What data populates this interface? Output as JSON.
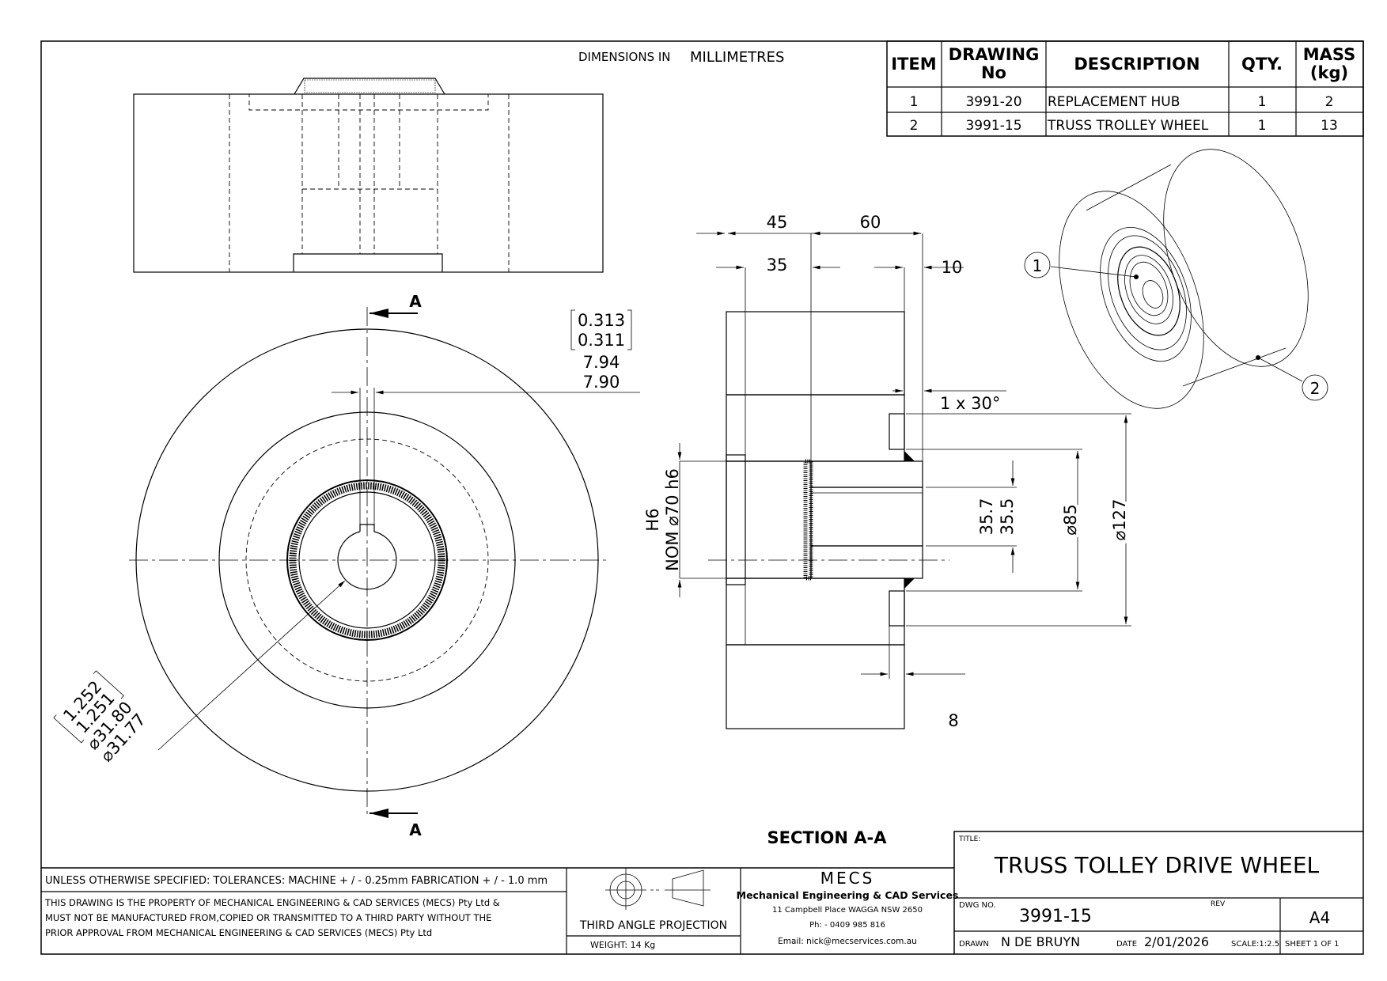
{
  "header": {
    "dimensions_label": "DIMENSIONS IN",
    "dimensions_unit": "MILLIMETRES"
  },
  "bom": {
    "headers": [
      "ITEM",
      "DRAWING",
      "No",
      "DESCRIPTION",
      "QTY.",
      "MASS",
      "(kg)"
    ],
    "rows": [
      {
        "item": "1",
        "drawing_no": "3991-20",
        "description": "REPLACEMENT HUB",
        "qty": "1",
        "mass": "2"
      },
      {
        "item": "2",
        "drawing_no": "3991-15",
        "description": "TRUSS TROLLEY WHEEL",
        "qty": "1",
        "mass": "13"
      }
    ]
  },
  "front_view": {
    "section_label": "A",
    "keyway_tol_upper": "0.313",
    "keyway_tol_lower": "0.311",
    "keyway_upper": "7.94",
    "keyway_lower": "7.90",
    "bore_tol_upper": "1.252",
    "bore_tol_lower": "1.251",
    "bore_upper": "⌀31.80",
    "bore_lower": "⌀31.77"
  },
  "section_view": {
    "title": "SECTION A-A",
    "dim_45": "45",
    "dim_60": "60",
    "dim_35": "35",
    "dim_10": "10",
    "chamfer": "1 x 30°",
    "dim_8": "8",
    "fit_h6": "H6",
    "nom_70": "NOM ⌀70 h6",
    "hub_upper": "35.7",
    "hub_lower": "35.5",
    "dia_85": "⌀85",
    "dia_127": "⌀127"
  },
  "iso_view": {
    "balloons": [
      "1",
      "2"
    ]
  },
  "title_block": {
    "tolerances": "UNLESS OTHERWISE SPECIFIED: TOLERANCES: MACHINE + / - 0.25mm  FABRICATION + / - 1.0 mm",
    "property_lines": [
      "THIS DRAWING IS THE PROPERTY OF MECHANICAL ENGINEERING & CAD SERVICES (MECS) Pty Ltd &",
      "MUST NOT BE MANUFACTURED FROM,COPIED OR TRANSMITTED TO A THIRD PARTY WITHOUT THE",
      "PRIOR APPROVAL FROM MECHANICAL ENGINEERING & CAD SERVICES (MECS) Pty Ltd"
    ],
    "projection": "THIRD ANGLE PROJECTION",
    "weight": "WEIGHT: 14 Kg",
    "company_logo": "MECS",
    "company_name": "Mechanical Engineering & CAD Services",
    "address": "11 Campbell Place WAGGA NSW 2650",
    "phone": "Ph: - 0409 985 816",
    "email": "Email: nick@mecservices.com.au",
    "title_label": "TITLE:",
    "title": "TRUSS TOLLEY DRIVE WHEEL",
    "dwg_no_label": "DWG NO.",
    "dwg_no": "3991-15",
    "rev_label": "REV",
    "size": "A4",
    "drawn_label": "DRAWN",
    "drawn_by": "N DE BRUYN",
    "date_label": "DATE",
    "date": "2/01/2026",
    "scale": "SCALE:1:2.5",
    "sheet": "SHEET 1 OF 1"
  }
}
